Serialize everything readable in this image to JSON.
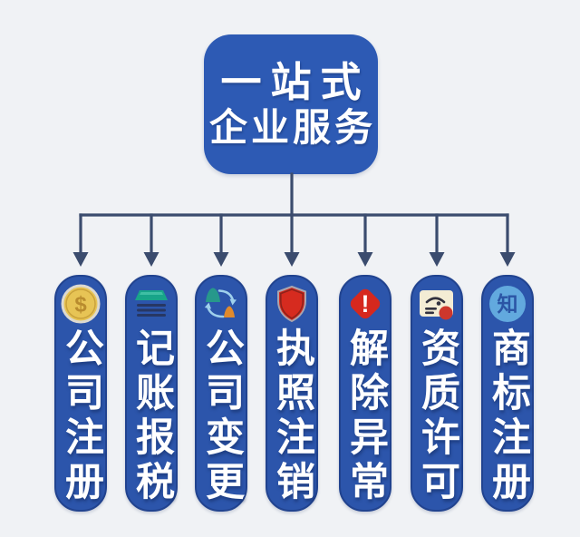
{
  "colors": {
    "background": "#f0f2f5",
    "title_box_blue": "#2d5ab4",
    "pill_blue": "#2c55ab",
    "pill_border": "#21438f",
    "connector": "#3b4c6e",
    "label_text": "#ffffff",
    "coin_gold": "#e7c455",
    "ledger_teal": "#18a489",
    "swap_teal": "#27988b",
    "swap_orange": "#e08a2d",
    "shield_red": "#d62b1f",
    "alert_red": "#d6281e",
    "certificate_cream": "#f3ecd4",
    "seal_red": "#cd372c",
    "badge_light_blue": "#62a9de"
  },
  "title_box": {
    "line1": "一站式",
    "line2": "企业服务"
  },
  "services": [
    {
      "label": "公司注册",
      "icon": "coin-icon"
    },
    {
      "label": "记账报税",
      "icon": "ledger-icon"
    },
    {
      "label": "公司变更",
      "icon": "swap-arrows-icon"
    },
    {
      "label": "执照注销",
      "icon": "shield-icon"
    },
    {
      "label": "解除异常",
      "icon": "alert-icon"
    },
    {
      "label": "资质许可",
      "icon": "certificate-icon"
    },
    {
      "label": "商标注册",
      "icon": "zhi-badge-icon"
    }
  ],
  "icon_glyphs": {
    "coin_symbol": "$",
    "alert_symbol": "!",
    "trademark_char": "知"
  }
}
